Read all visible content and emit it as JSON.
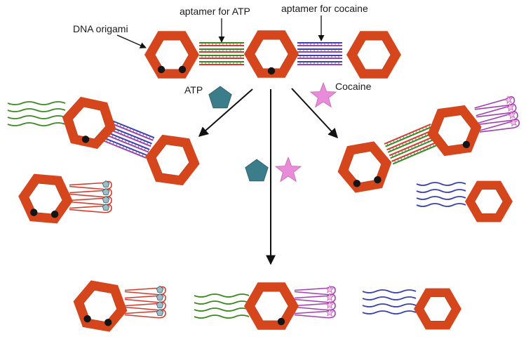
{
  "labels": {
    "origami": "DNA origami",
    "aptamer_atp": "aptamer for ATP",
    "aptamer_cocaine": "aptamer for cocaine",
    "atp": "ATP",
    "cocaine": "Cocaine"
  },
  "colors": {
    "origami": "#d6461c",
    "hole": "#ffffff",
    "green_strand": "#3b8a1e",
    "red_strand": "#d33b2c",
    "blue_strand": "#3a42b0",
    "purple_strand": "#a23fb3",
    "atp_molecule": "#3c7d8c",
    "cocaine_molecule": "#e88bd8",
    "marker": "#141414"
  },
  "molecules": [
    "pentagon-atp",
    "star-cocaine"
  ]
}
